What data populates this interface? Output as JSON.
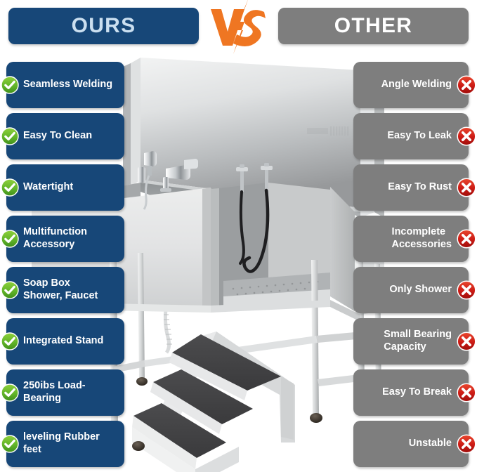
{
  "header": {
    "ours_label": "OURS",
    "other_label": "OTHER",
    "vs_label": "VS",
    "ours_color": "#174778",
    "other_color": "#7e7e7e",
    "vs_color": "#ef7622",
    "ours_text_color": "#cbdff0",
    "other_text_color": "#ffffff"
  },
  "icons": {
    "check": "check-circle-icon",
    "cross": "cross-circle-icon",
    "check_color": "#5cb327",
    "cross_color": "#cf1f1f"
  },
  "comparison": {
    "ours": [
      {
        "label": "Seamless Welding"
      },
      {
        "label": "Easy To Clean"
      },
      {
        "label": "Watertight"
      },
      {
        "label": "Multifunction\nAccessory"
      },
      {
        "label": "Soap Box\nShower, Faucet"
      },
      {
        "label": "Integrated Stand"
      },
      {
        "label": "250ibs Load-Bearing"
      },
      {
        "label": "leveling Rubber feet"
      }
    ],
    "other": [
      {
        "label": "Angle Welding"
      },
      {
        "label": "Easy To Leak"
      },
      {
        "label": "Easy To Rust"
      },
      {
        "label": "Incomplete\nAccessories"
      },
      {
        "label": "Only Shower"
      },
      {
        "label": "Small Bearing\nCapacity"
      },
      {
        "label": "Easy To Break"
      },
      {
        "label": "Unstable"
      }
    ]
  },
  "product": {
    "name": "stainless-steel-dog-grooming-bathtub",
    "alt": "Stainless steel pet grooming bathtub with backsplash, faucet, dual sprayer hoses, sliding door and three-step ramp"
  }
}
